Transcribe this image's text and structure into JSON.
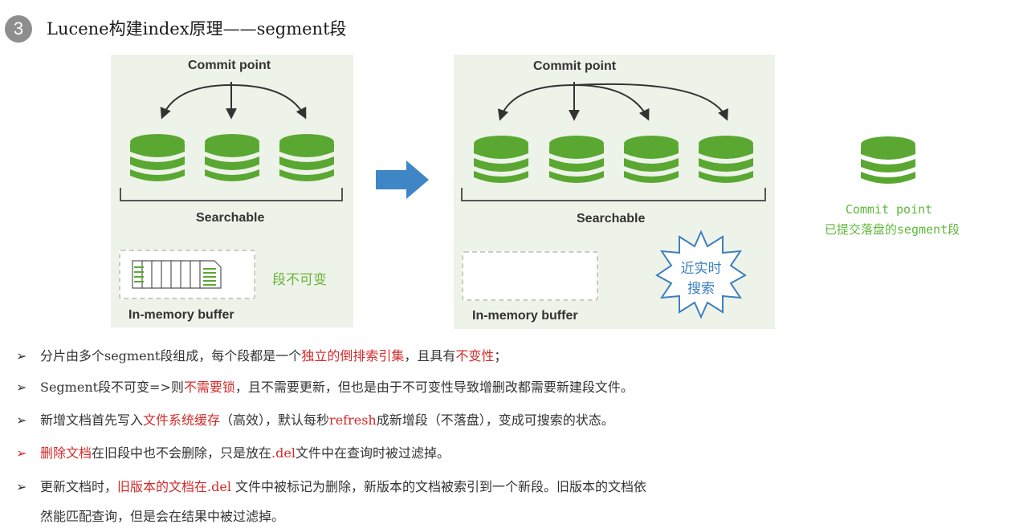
{
  "header": {
    "number": "3",
    "title": "Lucene构建index原理——segment段"
  },
  "left_panel": {
    "commit_label": "Commit point",
    "searchable_label": "Searchable",
    "buffer_label": "In-memory buffer",
    "note": "段不可变"
  },
  "right_panel": {
    "commit_label": "Commit point",
    "searchable_label": "Searchable",
    "buffer_label": "In-memory buffer",
    "burst_line1": "近实时",
    "burst_line2": "搜索"
  },
  "legend": {
    "line1": "Commit point",
    "line2": "已提交落盘的segment段"
  },
  "colors": {
    "segment_green": "#5aa832",
    "panel_bg": "#eef3ea",
    "arrow_blue": "#3f86c6",
    "highlight_red": "#d42a2a"
  },
  "bullets": [
    {
      "a": "分片由多个segment段组成，每个段都是一个",
      "b": "独立的倒排索引集",
      "c": "，且具有",
      "d": "不变性",
      "e": "；"
    },
    {
      "a": "Segment段不可变=>则",
      "b": "不需要锁",
      "c": "，且不需要更新，但也是由于不可变性导致增删改都需要新建段文件。"
    },
    {
      "a": "新增文档首先写入",
      "b": "文件系统缓存",
      "c": "（高效），默认每秒",
      "d": "refresh",
      "e": "成新增段（不落盘），变成可搜索的状态。"
    },
    {
      "a": "删除文档",
      "b": "在旧段中也不会删除，只是放在",
      "c": ".del",
      "d": "文件中在查询时被过滤掉。"
    },
    {
      "a": "更新文档时，",
      "b": "旧版本的文档在.del",
      "c": " 文件中被标记为删除，新版本的文档被索引到一个新段。旧版本的文档依"
    },
    {
      "a": "然能匹配查询，但是会在结果中被过滤掉。"
    }
  ]
}
